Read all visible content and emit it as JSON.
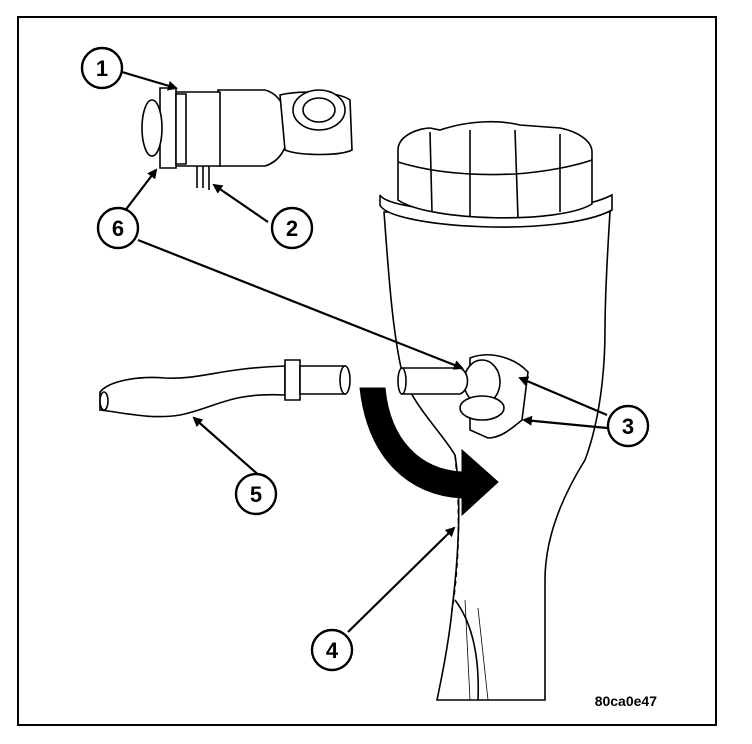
{
  "figure_id": "80ca0e47",
  "callouts": [
    {
      "id": "c1",
      "label": "1"
    },
    {
      "id": "c2",
      "label": "2"
    },
    {
      "id": "c3",
      "label": "3"
    },
    {
      "id": "c4",
      "label": "4"
    },
    {
      "id": "c5",
      "label": "5"
    },
    {
      "id": "c6",
      "label": "6"
    }
  ],
  "colors": {
    "line": "#000000",
    "fill": "#ffffff"
  }
}
